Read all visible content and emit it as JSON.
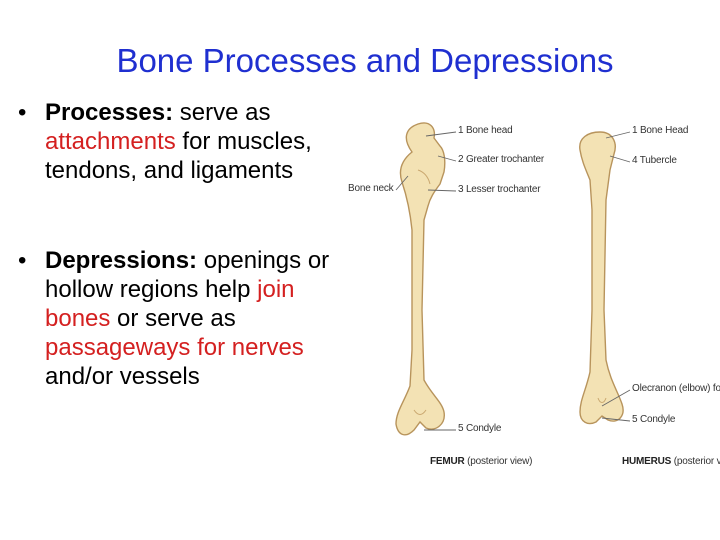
{
  "slide": {
    "title": "Bone Processes and Depressions",
    "bullet_char": "•",
    "bullets": [
      {
        "term": "Processes:",
        "segments": [
          {
            "text": " serve as ",
            "color": "default"
          },
          {
            "text": "attachments",
            "color": "red"
          },
          {
            "text": " for muscles, tendons, and ligaments",
            "color": "default"
          }
        ]
      },
      {
        "term": "Depressions:",
        "segments": [
          {
            "text": " openings or hollow regions help ",
            "color": "default"
          },
          {
            "text": "join bones",
            "color": "red"
          },
          {
            "text": " or serve as ",
            "color": "default"
          },
          {
            "text": "passageways for nerves",
            "color": "red"
          },
          {
            "text": " and/or vessels",
            "color": "default"
          }
        ]
      }
    ]
  },
  "figure": {
    "femur": {
      "labels": {
        "bone_head": "1 Bone head",
        "greater_trochanter": "2 Greater trochanter",
        "lesser_trochanter": "3 Lesser trochanter",
        "bone_neck": "Bone neck",
        "condyle": "5 Condyle"
      },
      "caption_bold": "FEMUR",
      "caption_rest": " (posterior view)"
    },
    "humerus": {
      "labels": {
        "bone_head": "1 Bone Head",
        "tubercle": "4 Tubercle",
        "olecranon_fossa": "Olecranon (elbow) fossa",
        "condyle": "5 Condyle"
      },
      "caption_bold": "HUMERUS",
      "caption_rest": " (posterior view)"
    }
  },
  "colors": {
    "title": "#1f2fd0",
    "highlight": "#d42020",
    "bone_fill": "#f3e2b4",
    "bone_stroke": "#b8945c"
  }
}
